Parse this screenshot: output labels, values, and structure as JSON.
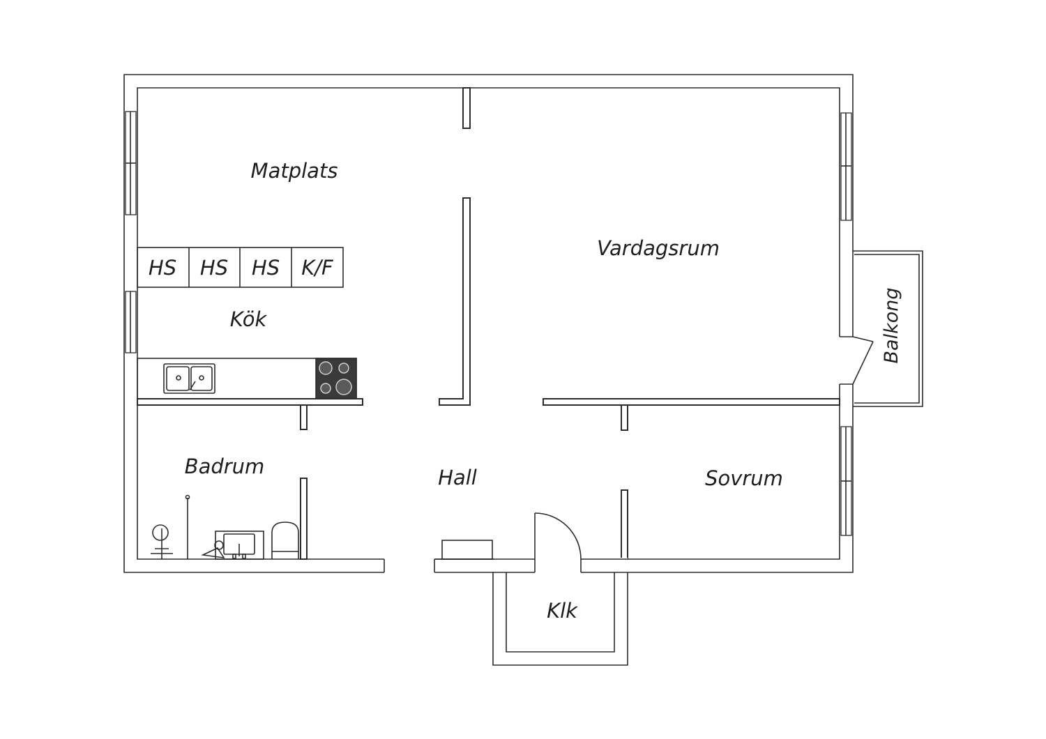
{
  "rooms": {
    "matplats": "Matplats",
    "vardagsrum": "Vardagsrum",
    "kok": "Kök",
    "badrum": "Badrum",
    "hall": "Hall",
    "sovrum": "Sovrum",
    "klk": "Klk",
    "balkong": "Balkong"
  },
  "cabinets": [
    "HS",
    "HS",
    "HS",
    "K/F"
  ],
  "colors": {
    "line": "#2b2b2b",
    "stove": "#3a3a3a",
    "background": "#ffffff"
  }
}
